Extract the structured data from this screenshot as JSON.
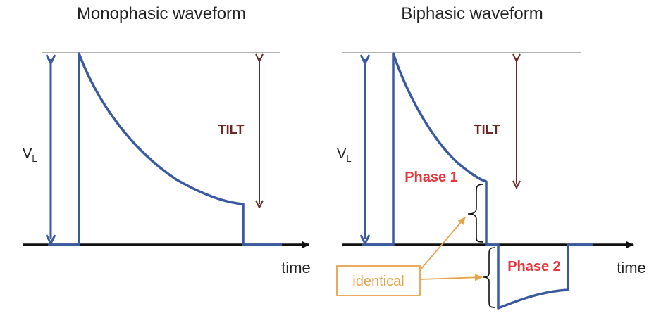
{
  "monophasic": {
    "title": "Monophasic waveform",
    "vl_main": "V",
    "vl_sub": "L",
    "tilt_label": "TILT",
    "x_label": "time"
  },
  "biphasic": {
    "title": "Biphasic waveform",
    "vl_main": "V",
    "vl_sub": "L",
    "tilt_label": "TILT",
    "phase1_label": "Phase 1",
    "phase2_label": "Phase 2",
    "identical_label": "identical",
    "x_label": "time"
  },
  "colors": {
    "waveform": "#3a5aa0",
    "vl_arrow": "#3a5aa0",
    "tilt_arrow": "#6b2a2a",
    "phase_text": "#e8383d",
    "identical": "#e8a24a",
    "axis": "#111111",
    "reference_line": "#999999"
  }
}
